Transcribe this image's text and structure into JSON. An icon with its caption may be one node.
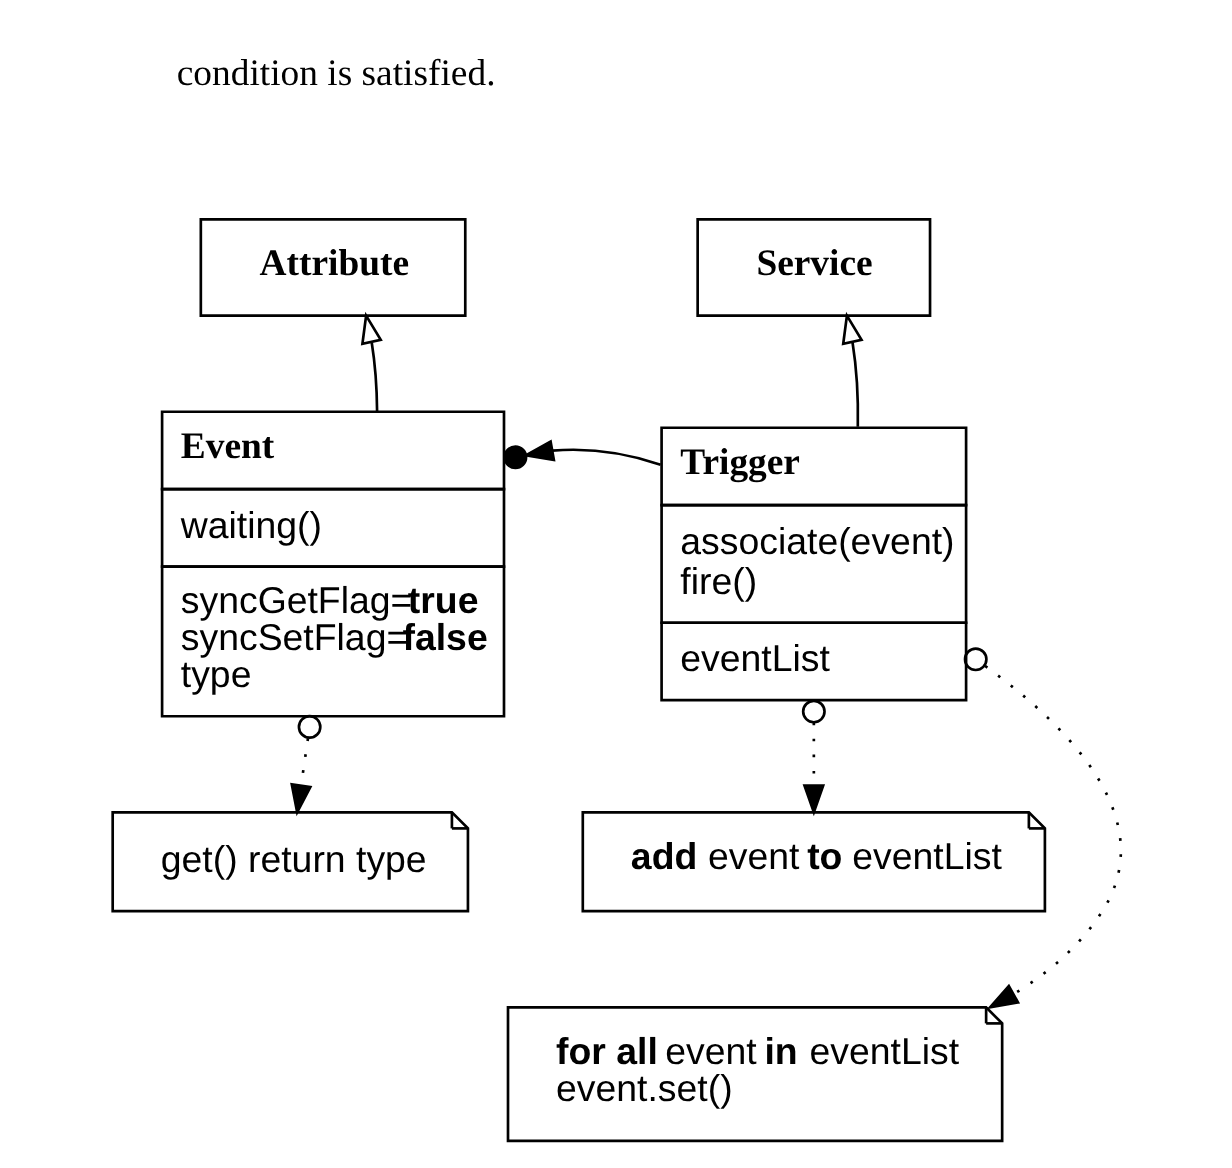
{
  "diagram": {
    "nodes": [
      {
        "text": [
          "Attribute"
        ]
      },
      {
        "text": [
          "Service"
        ]
      },
      {
        "text": [
          "Event",
          "waiting()",
          "syncGetFlag=**true** syncSetFlag=**false** type"
        ]
      },
      {
        "text": [
          "Trigger",
          "associate(event) fire()",
          "eventList"
        ]
      },
      {
        "text": [
          "get() return type"
        ]
      },
      {
        "text": [
          "**for all** event **in** eventList event.set()"
        ]
      },
      {
        "text": [
          "**add** event **to** eventList"
        ]
      }
    ],
    "edges": [
      {
        "from": 2,
        "to": 0,
        "arrow": "to"
      },
      {
        "from": 3,
        "to": 1,
        "arrow": "to"
      },
      {
        "from": 3,
        "to": 2,
        "arrow": "to"
      },
      {
        "from": 2,
        "to": 4,
        "arrow": "to",
        "style": "dashed"
      },
      {
        "from": 3,
        "to": 5,
        "arrow": "to",
        "style": "dashed"
      },
      {
        "from": 3,
        "to": 6,
        "arrow": "to",
        "style": "dashed"
      }
    ],
    "labels": [
      "condition is satisfied."
    ]
  }
}
